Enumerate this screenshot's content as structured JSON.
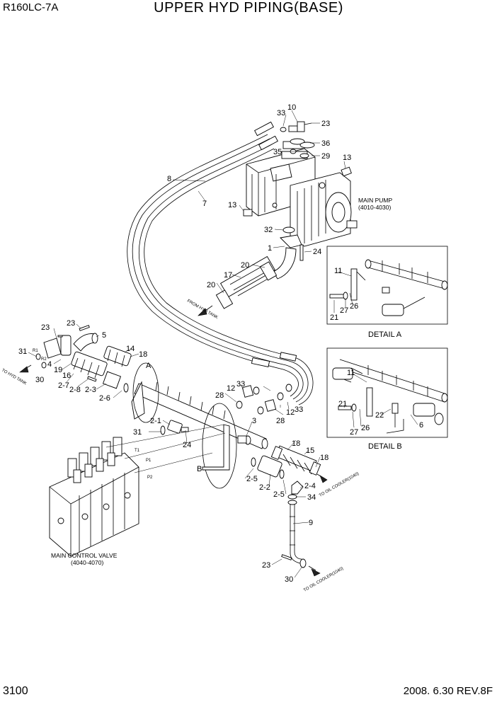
{
  "header": {
    "model": "R160LC-7A",
    "title": "UPPER HYD PIPING(BASE)"
  },
  "footer": {
    "page": "3100",
    "date_rev": "2008. 6.30  REV.8F"
  },
  "components": {
    "main_pump": [
      "MAIN PUMP",
      "(4010-4030)"
    ],
    "main_control_valve": [
      "MAIN CONTROL VALVE",
      "(4040-4070)"
    ]
  },
  "details": {
    "a": "DETAIL A",
    "b": "DETAIL B"
  },
  "flow_labels": {
    "from_hyd_tank": "FROM HYD TANK",
    "to_hyd_tank": "TO HYD TANK",
    "to_oil_cooler_1": "TO OIL COOLER(1040)",
    "to_oil_cooler_2": "TO OIL COOLER(1040)"
  },
  "port_labels": {
    "r1": "R1",
    "r2": "R2",
    "t1": "T1",
    "p1": "P1",
    "p2": "P2"
  },
  "section_letters": {
    "a": "A",
    "b": "B"
  },
  "callouts": [
    "33",
    "10",
    "23",
    "36",
    "35",
    "29",
    "13",
    "8",
    "7",
    "13",
    "32",
    "1",
    "24",
    "20",
    "17",
    "20",
    "23",
    "23",
    "5",
    "31",
    "4",
    "19",
    "30",
    "16",
    "2-7",
    "2-8",
    "2-3",
    "14",
    "18",
    "2-6",
    "A",
    "28",
    "33",
    "12",
    "28",
    "12",
    "33",
    "2-1",
    "3",
    "31",
    "24",
    "B",
    "18",
    "15",
    "18",
    "2-5",
    "2-2",
    "2-4",
    "2-5",
    "34",
    "9",
    "23",
    "30",
    "11",
    "27",
    "26",
    "21",
    "11",
    "21",
    "22",
    "27",
    "26",
    "6"
  ]
}
